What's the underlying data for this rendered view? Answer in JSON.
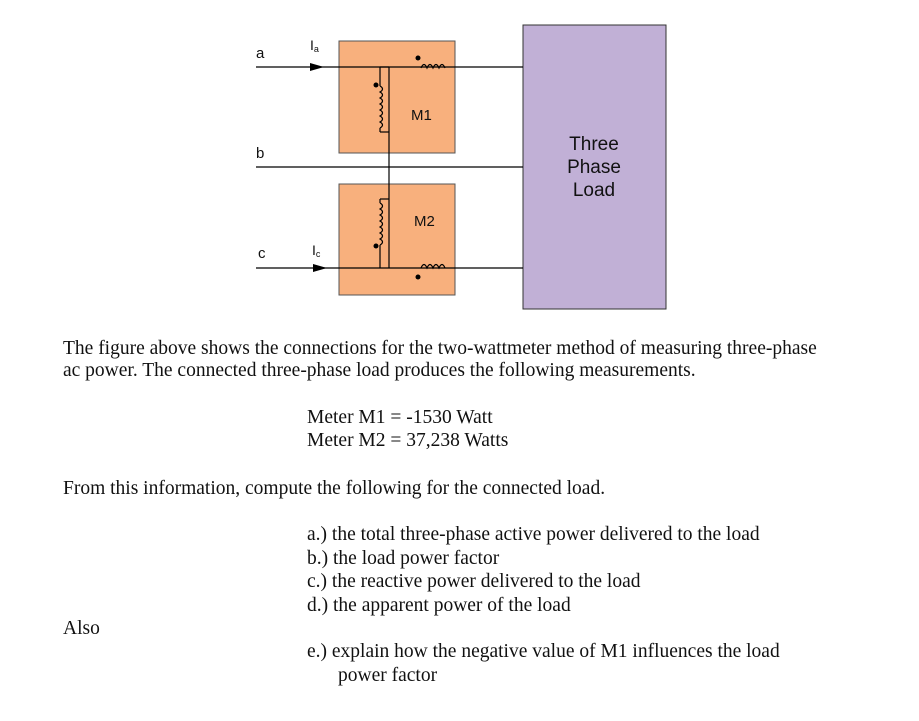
{
  "diagram": {
    "line_labels": {
      "a": "a",
      "b": "b",
      "c": "c"
    },
    "current_labels": {
      "ia": "I",
      "ia_sub": "a",
      "ic": "I",
      "ic_sub": "c"
    },
    "meter_labels": {
      "m1": "M",
      "m1_sub": "1",
      "m2": "M",
      "m2_sub": "2"
    },
    "load_label": [
      "Three",
      "Phase",
      "Load"
    ],
    "colors": {
      "meter_fill": "#f8b07d",
      "load_fill": "#c1b0d6",
      "wire": "#000000"
    }
  },
  "text": {
    "intro": [
      "The figure above shows the connections for the two-wattmeter method of measuring three-phase",
      "ac power.  The connected three-phase load produces the following measurements."
    ],
    "readings": [
      "Meter M1 = -1530 Watt",
      "Meter M2 = 37,238 Watts"
    ],
    "instruction": "From this information, compute the following for the connected load.",
    "items": [
      "a.) the total three-phase active power delivered to the load",
      "b.) the load power factor",
      "c.) the reactive power delivered to the load",
      "d.) the apparent power of the load"
    ],
    "also": "Also",
    "item_e": [
      "e.) explain how the negative value of M1 influences the load",
      "power factor"
    ]
  }
}
